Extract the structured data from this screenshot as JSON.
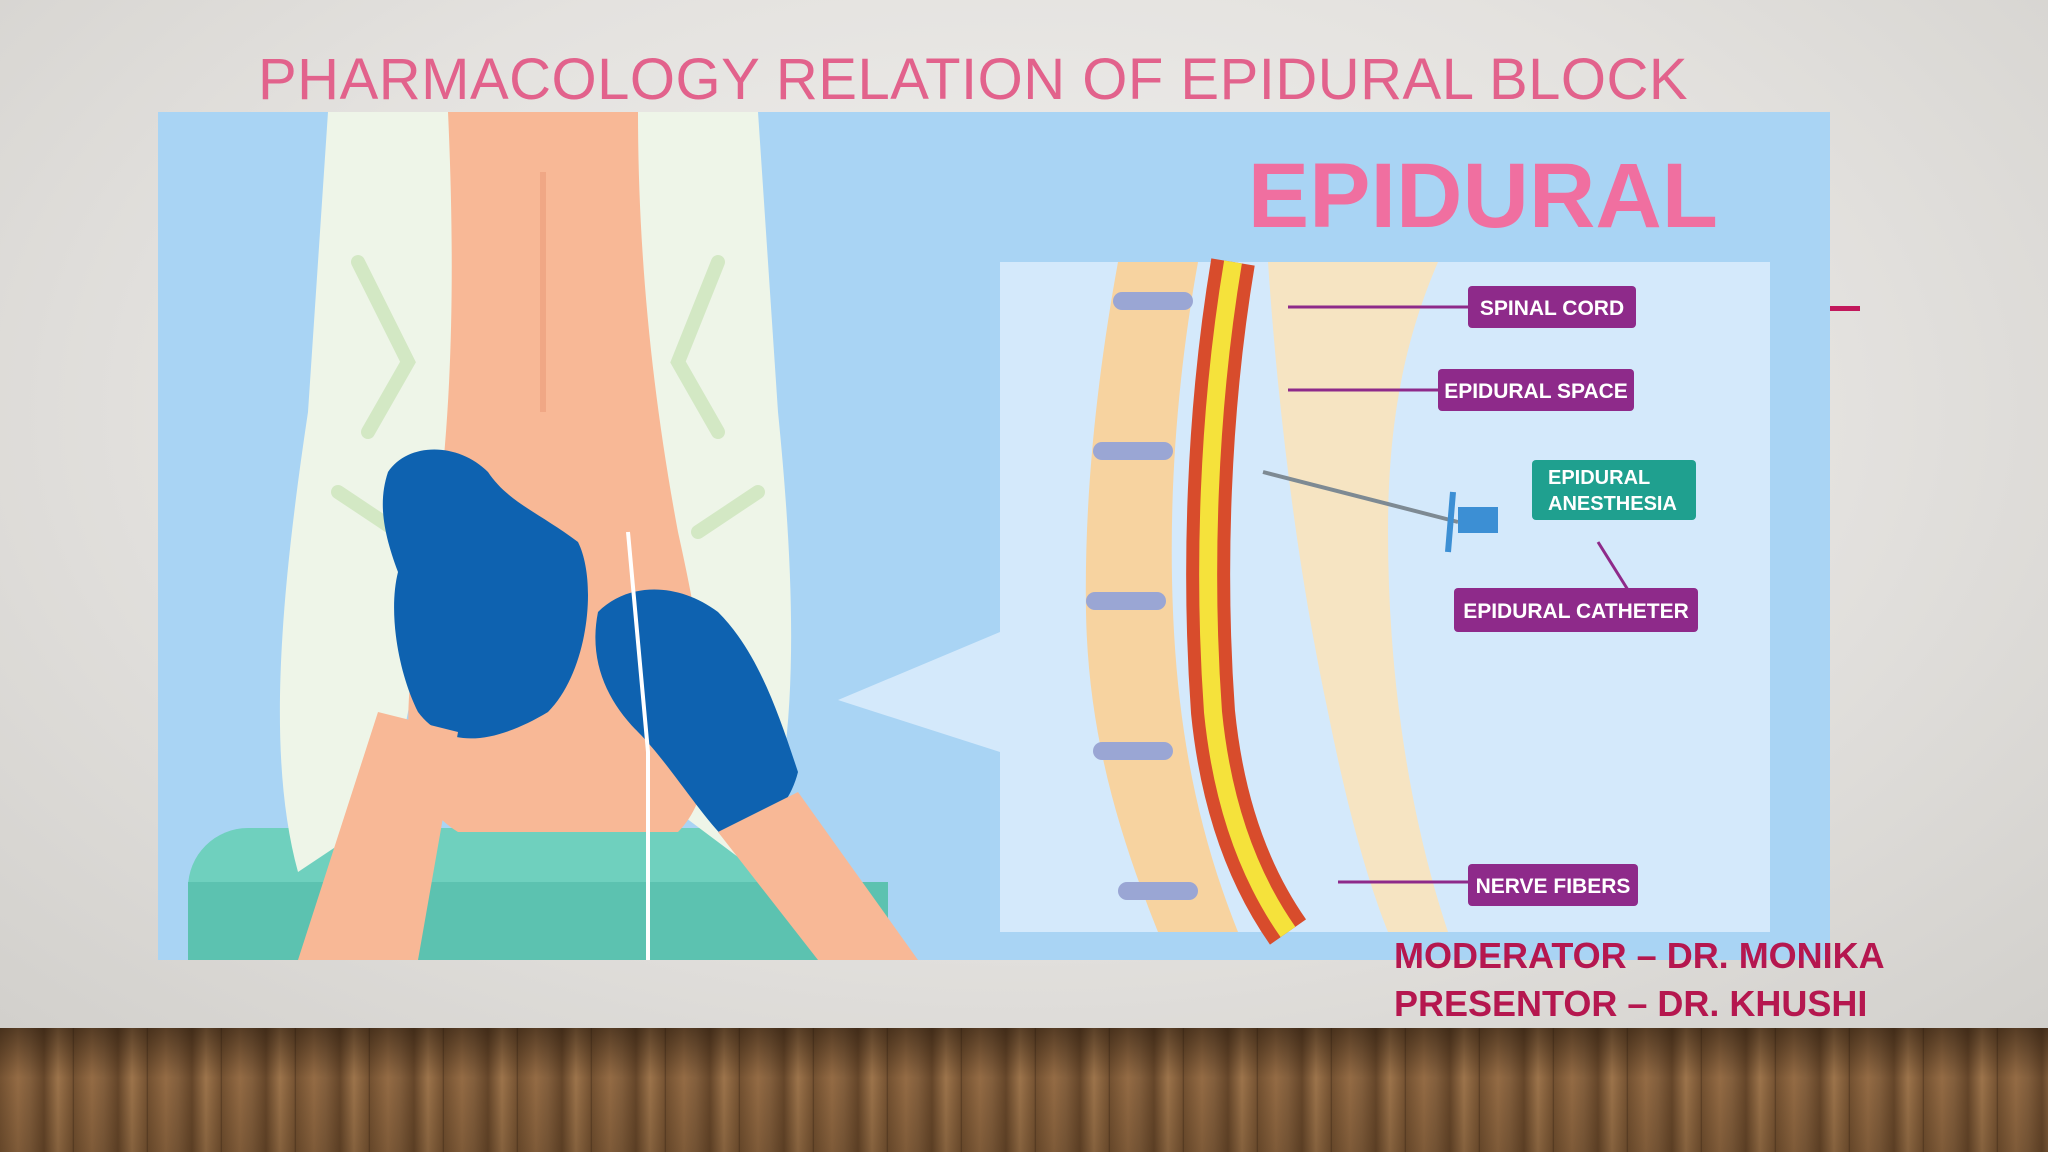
{
  "slide": {
    "title": "PHARMACOLOGY RELATION OF EPIDURAL BLOCK",
    "moderator": "MODERATOR – DR. MONIKA",
    "presentor": "PRESENTOR – DR. KHUSHI"
  },
  "illustration": {
    "heading": "EPIDURAL",
    "labels": {
      "spinal_cord": "SPINAL CORD",
      "epidural_space": "EPIDURAL SPACE",
      "anesthesia_line1": "EPIDURAL",
      "anesthesia_line2": "ANESTHESIA",
      "catheter": "EPIDURAL CATHETER",
      "nerve_fibers": "NERVE FIBERS"
    }
  },
  "colors": {
    "title": "#e2628c",
    "credits": "#b5174f",
    "label_purple": "#8e2a8a",
    "label_teal": "#1fa08f",
    "background_blue": "#a9d4f4"
  }
}
